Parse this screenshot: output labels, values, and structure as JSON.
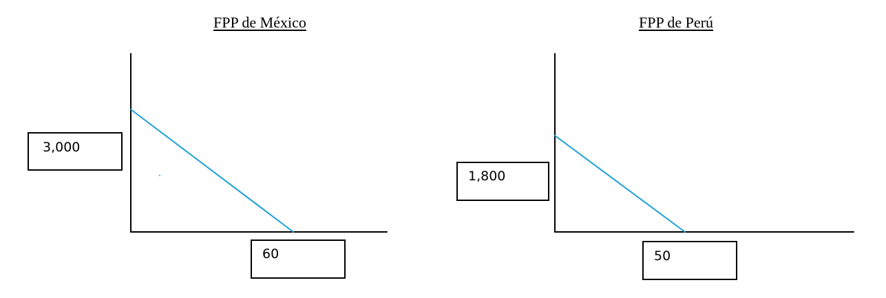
{
  "colors": {
    "axis": "#000000",
    "ppf_line": "#1a9fd6"
  },
  "chart_data": [
    {
      "type": "line",
      "title": "FPP de México",
      "x": [
        0,
        60
      ],
      "y": [
        3000,
        0
      ],
      "labels": {
        "y_intercept": "3,000",
        "x_intercept": "60"
      },
      "grid": false
    },
    {
      "type": "line",
      "title": "FPP de Perú",
      "x": [
        0,
        50
      ],
      "y": [
        1800,
        0
      ],
      "labels": {
        "y_intercept": "1,800",
        "x_intercept": "50"
      },
      "grid": false
    }
  ]
}
